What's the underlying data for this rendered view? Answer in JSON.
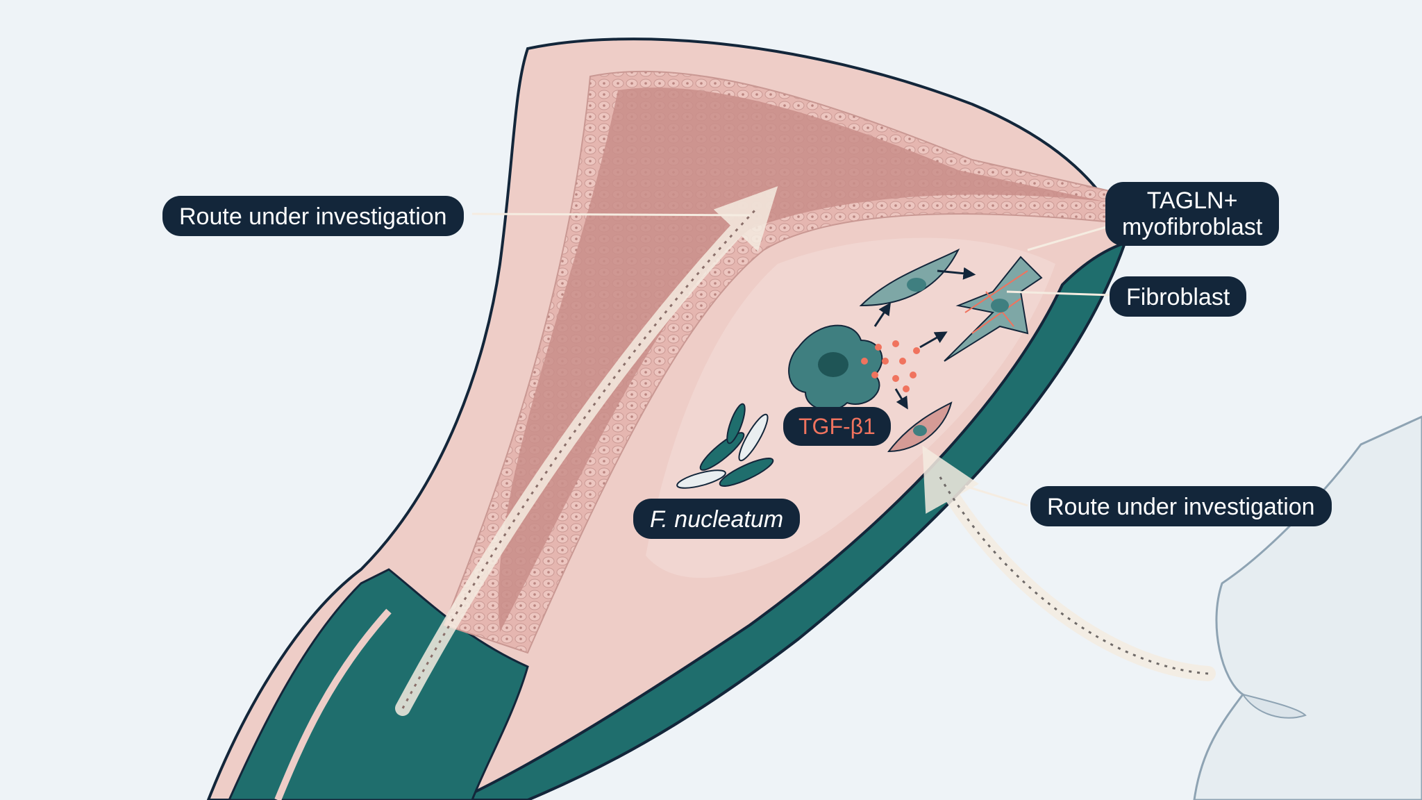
{
  "labels": {
    "route_top": "Route under investigation",
    "route_bottom": "Route under investigation",
    "tagln_line1": "TAGLN+",
    "tagln_line2": "myofibroblast",
    "fibroblast": "Fibroblast",
    "tgf": "TGF-β1",
    "bacteria": "F. nucleatum"
  },
  "colors": {
    "background": "#eef3f7",
    "tissue_pink": "#eecdc7",
    "cavity_rose": "#c98e8a",
    "muscle_teal": "#1f6e6d",
    "outline_navy": "#13263a",
    "label_bg": "#13263a",
    "tgf_text": "#f0735e",
    "arrow_cream": "#f5ece1"
  }
}
